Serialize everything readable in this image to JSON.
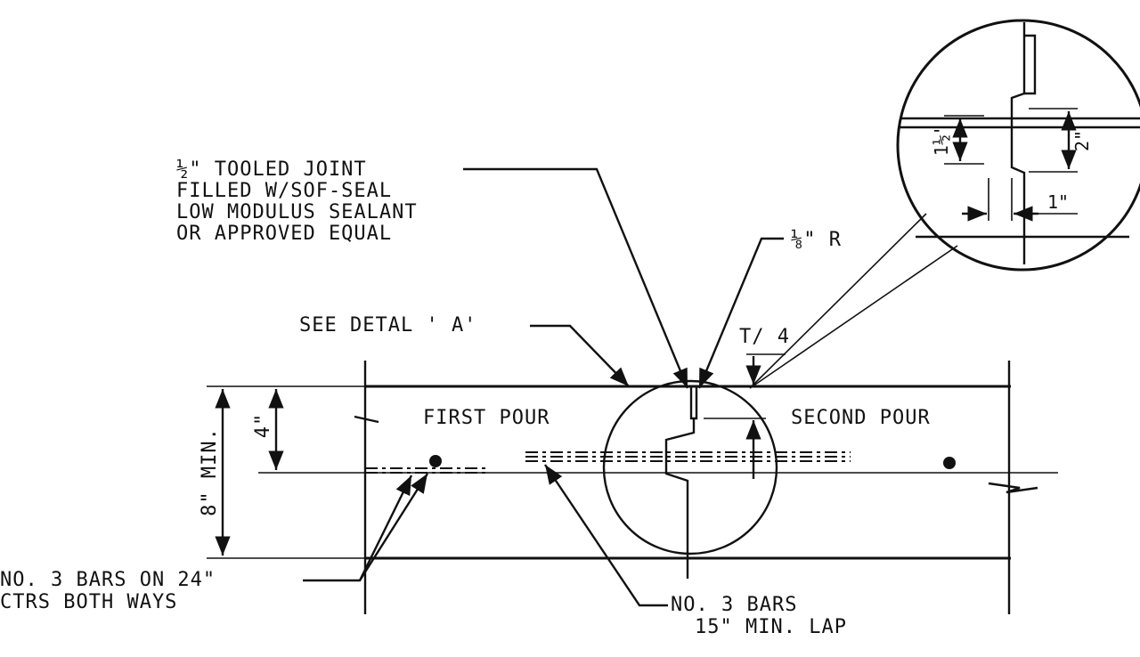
{
  "labels": {
    "tooled_joint": [
      "½\" TOOLED JOINT",
      "FILLED W/SOF-SEAL",
      "LOW MODULUS SEALANT",
      "OR APPROVED EQUAL"
    ],
    "radius": "⅛\" R",
    "see_detail": "SEE DETAL ' A'",
    "t_over_4": "T/ 4",
    "first_pour": "FIRST POUR",
    "second_pour": "SECOND POUR",
    "depth_4": "4\"",
    "depth_8_min": "8\" MIN.",
    "bars_24": [
      "NO. 3 BARS ON 24\"",
      "CTRS BOTH WAYS"
    ],
    "bars_lap": [
      "NO. 3 BARS",
      "15\" MIN. LAP"
    ],
    "detail_2in": "2\"",
    "detail_1_5in": "1½\"",
    "detail_1in": "1\""
  }
}
